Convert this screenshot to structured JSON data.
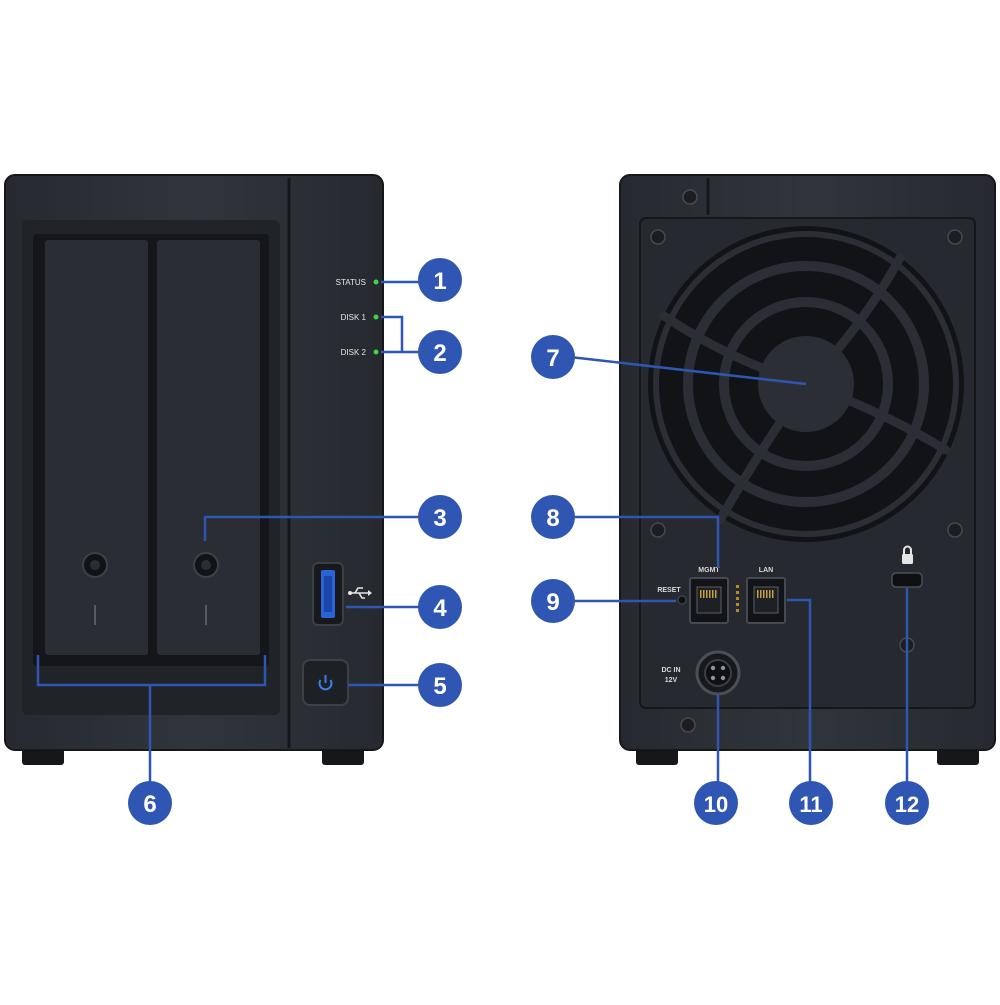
{
  "colors": {
    "chassis": "#2b2f36",
    "chassis_dark": "#1c1f24",
    "panel": "#23272d",
    "callout": "#2f56b3",
    "leader": "#2f56b3",
    "led": "#3fd24a"
  },
  "front": {
    "leds": {
      "status": "STATUS",
      "disk1": "DISK 1",
      "disk2": "DISK 2"
    },
    "icons": {
      "usb": "usb-icon",
      "power": "power-icon"
    }
  },
  "back": {
    "labels": {
      "reset": "RESET",
      "mgmt": "MGMT",
      "lan": "LAN",
      "dc_in_line1": "DC IN",
      "dc_in_line2": "12V"
    },
    "icons": {
      "lock": "lock-icon",
      "fan": "fan-icon"
    }
  },
  "callouts": [
    "1",
    "2",
    "3",
    "4",
    "5",
    "6",
    "7",
    "8",
    "9",
    "10",
    "11",
    "12"
  ]
}
